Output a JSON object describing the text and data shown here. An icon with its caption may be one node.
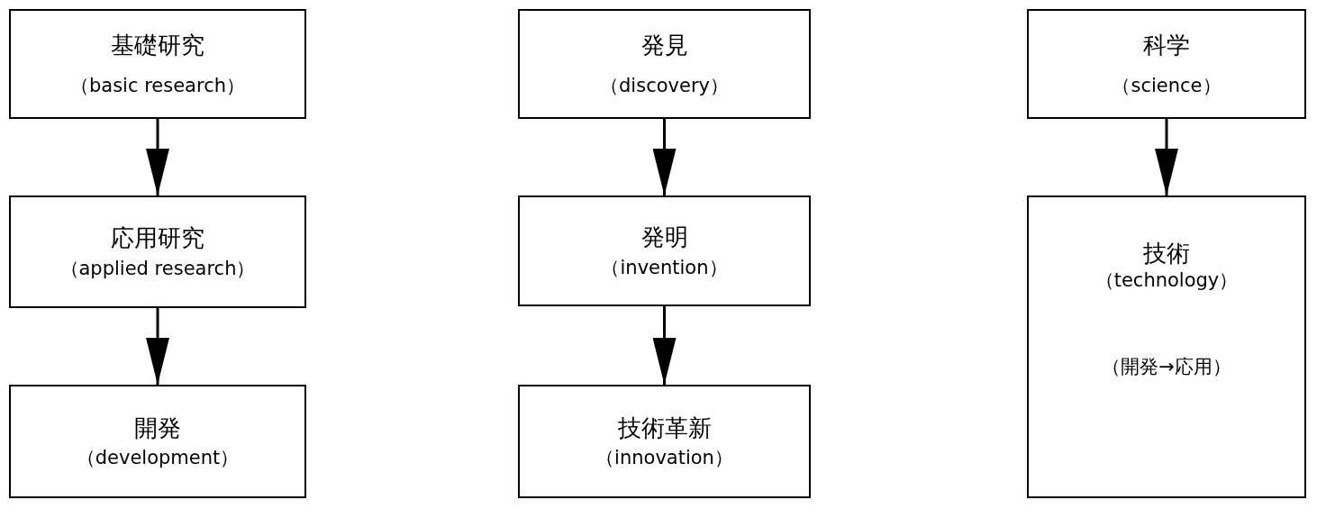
{
  "diagram": {
    "nodes": [
      {
        "text": [
          "基礎研究",
          "（basic research）"
        ]
      },
      {
        "text": [
          "応用研究",
          "（applied research）"
        ]
      },
      {
        "text": [
          "開発",
          "（development）"
        ]
      },
      {
        "text": [
          "発見",
          "（discovery）"
        ]
      },
      {
        "text": [
          "発明",
          "（invention）"
        ]
      },
      {
        "text": [
          "技術革新",
          "（innovation）"
        ]
      },
      {
        "text": [
          "科学",
          "（science）"
        ]
      },
      {
        "text": [
          "技術",
          "（technology）",
          "（開発→応用）"
        ]
      }
    ],
    "edges": [
      {
        "from": 0,
        "to": 1,
        "arrow": "to"
      },
      {
        "from": 1,
        "to": 2,
        "arrow": "to"
      },
      {
        "from": 3,
        "to": 4,
        "arrow": "to"
      },
      {
        "from": 4,
        "to": 5,
        "arrow": "to"
      },
      {
        "from": 6,
        "to": 7,
        "arrow": "to"
      }
    ]
  }
}
